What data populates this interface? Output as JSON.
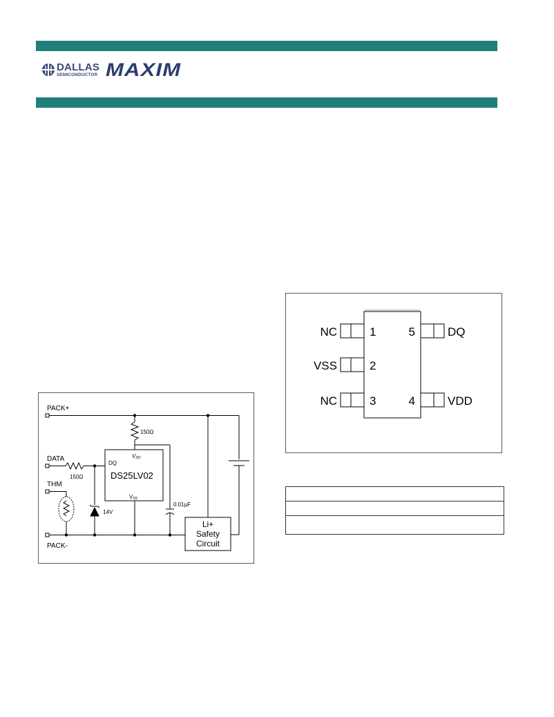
{
  "brand": {
    "dallas_name": "DALLAS",
    "dallas_sub": "SEMICONDUCTOR",
    "maxim_name": "MAXIM"
  },
  "circuit": {
    "pack_plus": "PACK+",
    "data": "DATA",
    "thm": "THM",
    "pack_minus": "PACK-",
    "r_top": "150Ω",
    "r_data": "150Ω",
    "dq": "DQ",
    "vdd_sub": "DD",
    "vss_sub": "SS",
    "chip": "DS25LV02",
    "zener": "14V",
    "cap": "0.01µF",
    "safety_1": "Li+",
    "safety_2": "Safety",
    "safety_3": "Circuit"
  },
  "pinout": {
    "pins": [
      {
        "num": "1",
        "name": "NC"
      },
      {
        "num": "2",
        "name": "VSS"
      },
      {
        "num": "3",
        "name": "NC"
      },
      {
        "num": "4",
        "name": "VDD"
      },
      {
        "num": "5",
        "name": "DQ"
      }
    ]
  }
}
